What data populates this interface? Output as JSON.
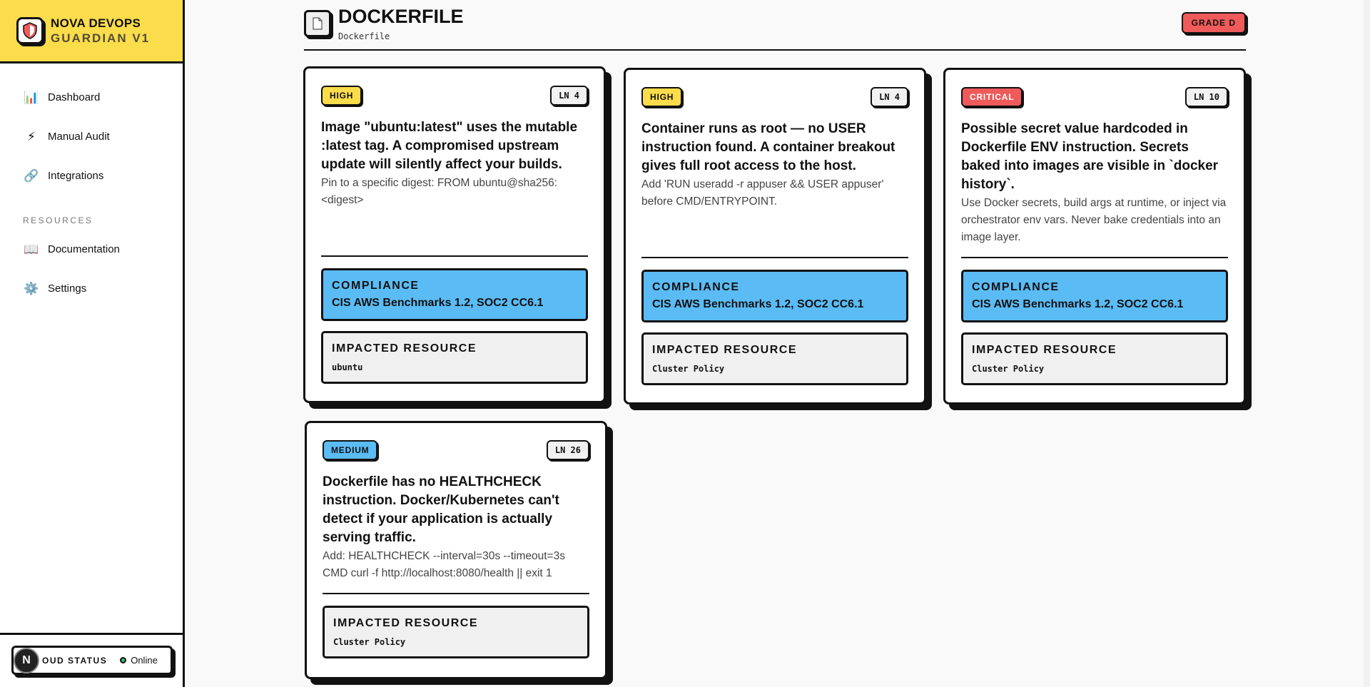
{
  "brand": {
    "title": "NOVA DEVOPS",
    "subtitle": "GUARDIAN V1"
  },
  "sidebar": {
    "items": [
      {
        "label": "Dashboard",
        "icon": "📊"
      },
      {
        "label": "Manual Audit",
        "icon": "⚡"
      },
      {
        "label": "Integrations",
        "icon": "🔗"
      }
    ],
    "section": "RESOURCES",
    "resources": [
      {
        "label": "Documentation",
        "icon": "📖"
      },
      {
        "label": "Settings",
        "icon": "⚙️"
      }
    ],
    "status": {
      "label": "CLOUD STATUS",
      "visible_label": "OUD STATUS",
      "value": "Online"
    },
    "avatar_letter": "N"
  },
  "header": {
    "title": "DOCKERFILE",
    "subtitle": "Dockerfile",
    "grade": "GRADE D"
  },
  "findings": [
    {
      "severity": "HIGH",
      "line": "LN 4",
      "title": "Image \"ubuntu:latest\" uses the mutable :latest tag. A compromised upstream update will silently affect your builds.",
      "remediation": "Pin to a specific digest: FROM ubuntu@sha256:<digest>",
      "compliance_label": "COMPLIANCE",
      "compliance": "CIS AWS Benchmarks 1.2, SOC2 CC6.1",
      "resource_label": "IMPACTED RESOURCE",
      "resource": "ubuntu"
    },
    {
      "severity": "HIGH",
      "line": "LN 4",
      "title": "Container runs as root — no USER instruction found. A container breakout gives full root access to the host.",
      "remediation": "Add 'RUN useradd -r appuser && USER appuser' before CMD/ENTRYPOINT.",
      "compliance_label": "COMPLIANCE",
      "compliance": "CIS AWS Benchmarks 1.2, SOC2 CC6.1",
      "resource_label": "IMPACTED RESOURCE",
      "resource": "Cluster Policy"
    },
    {
      "severity": "CRITICAL",
      "line": "LN 10",
      "title": "Possible secret value hardcoded in Dockerfile ENV instruction. Secrets baked into images are visible in `docker history`.",
      "remediation": "Use Docker secrets, build args at runtime, or inject via orchestrator env vars. Never bake credentials into an image layer.",
      "compliance_label": "COMPLIANCE",
      "compliance": "CIS AWS Benchmarks 1.2, SOC2 CC6.1",
      "resource_label": "IMPACTED RESOURCE",
      "resource": "Cluster Policy"
    },
    {
      "severity": "MEDIUM",
      "line": "LN 26",
      "title": "Dockerfile has no HEALTHCHECK instruction. Docker/Kubernetes can't detect if your application is actually serving traffic.",
      "remediation": "Add: HEALTHCHECK --interval=30s --timeout=3s CMD curl -f http://localhost:8080/health || exit 1",
      "resource_label": "IMPACTED RESOURCE",
      "resource": "Cluster Policy"
    }
  ],
  "colors": {
    "accent_yellow": "#fbdc4b",
    "critical_red": "#ef5a5a",
    "compliance_blue": "#5bbcf5"
  }
}
